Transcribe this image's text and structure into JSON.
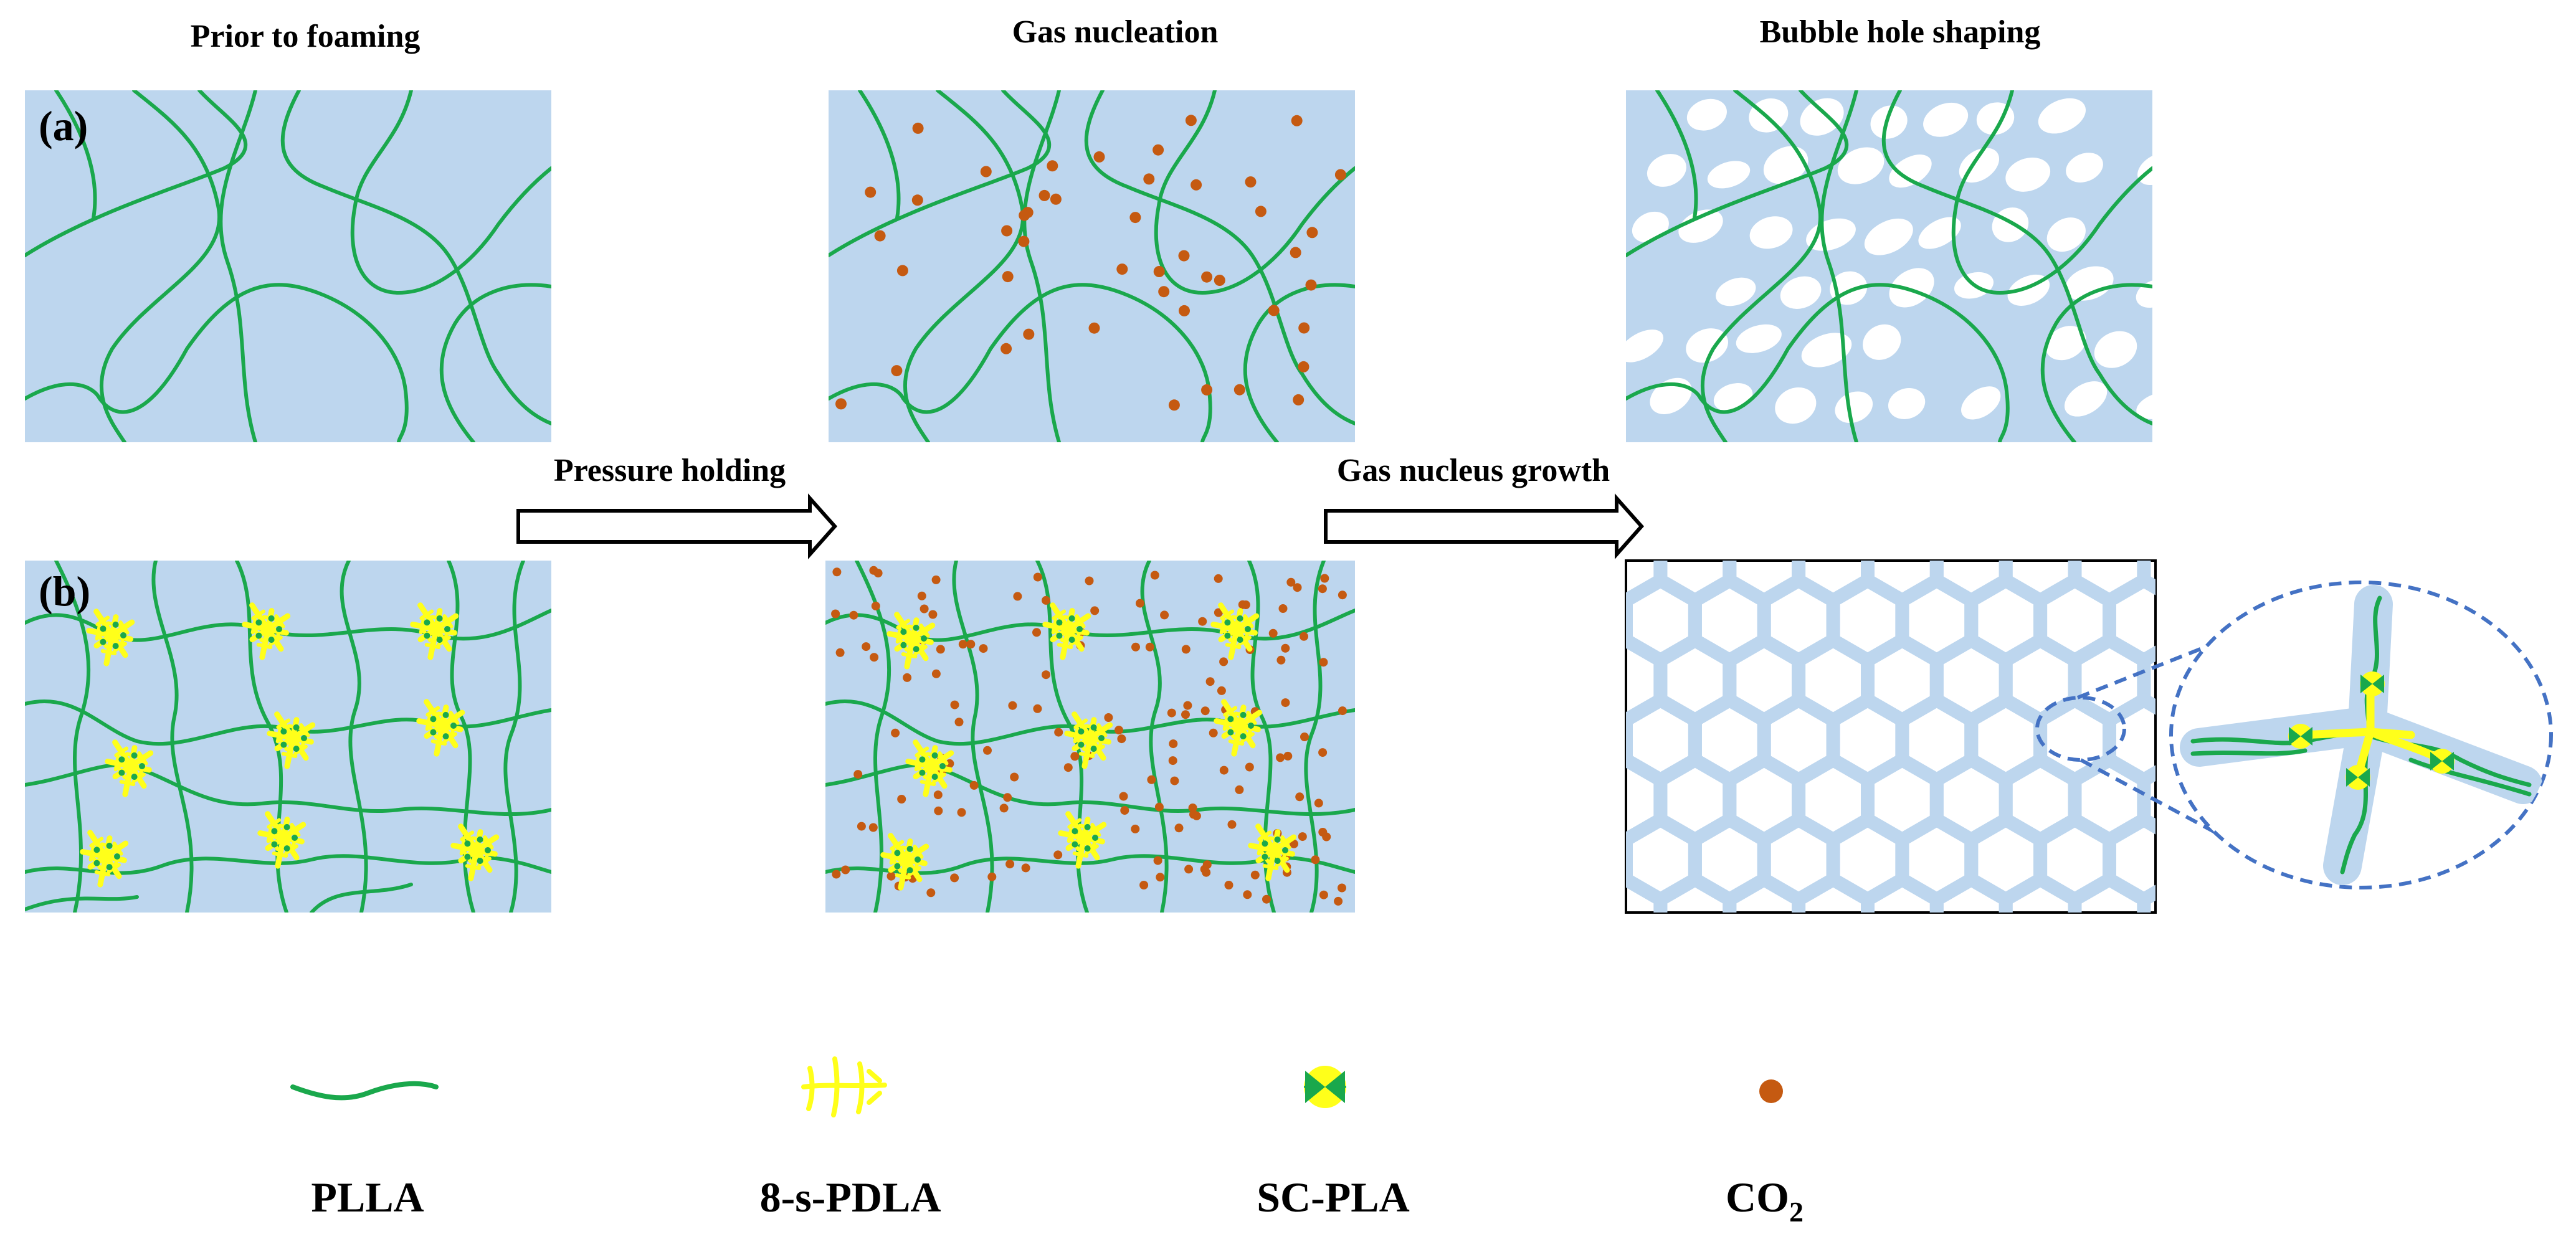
{
  "headings": {
    "prior": "Prior to foaming",
    "nucleation": "Gas nucleation",
    "shaping": "Bubble hole shaping"
  },
  "panel_labels": {
    "a": "(a)",
    "b": "(b)"
  },
  "arrows": {
    "pressure": "Pressure holding",
    "growth": "Gas nucleus growth"
  },
  "legend": {
    "plla": "PLLA",
    "pdla": "8-s-PDLA",
    "scpla": "SC-PLA",
    "co2_main": "CO",
    "co2_sub": "2"
  },
  "colors": {
    "matrix": "#bdd6ee",
    "chain": "#1aa84c",
    "pdla": "#ffff1a",
    "co2": "#c55a11",
    "cell_wall": "#bdd6ee",
    "zoom_border": "#4472c4"
  }
}
